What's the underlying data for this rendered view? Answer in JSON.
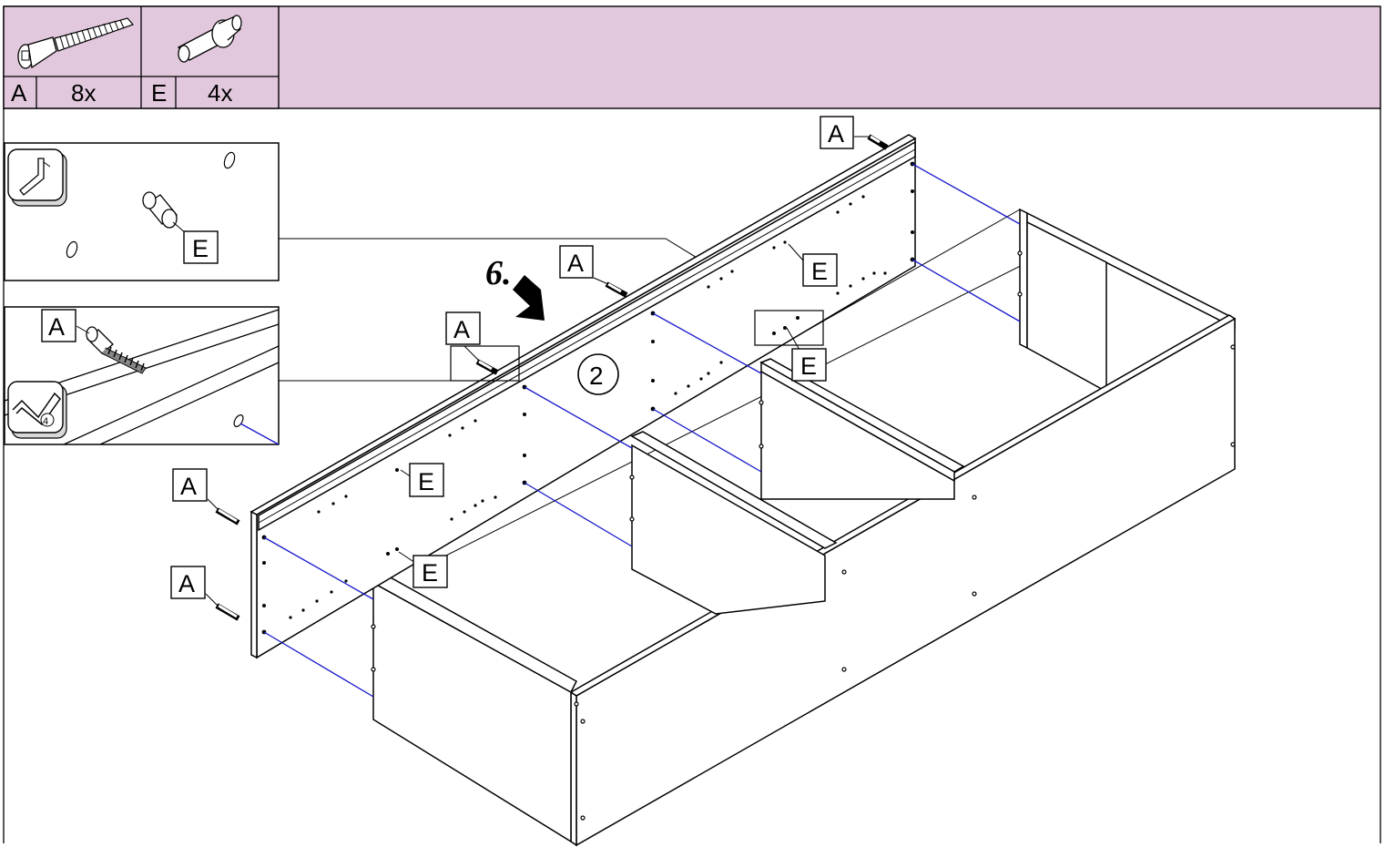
{
  "header": {
    "background": "#e2c8dc",
    "hardware": [
      {
        "letter": "A",
        "qty": "8x",
        "icon": "cam-bolt-icon"
      },
      {
        "letter": "E",
        "qty": "4x",
        "icon": "cam-dowel-icon"
      }
    ]
  },
  "step": {
    "number": "6.",
    "sub_step": "2"
  },
  "details": {
    "top": {
      "tool_icon": "allen-key-icon",
      "callout": "E"
    },
    "bottom": {
      "tool_icon": "screwdriver-turn-icon",
      "turns": "4",
      "callout": "A"
    }
  },
  "callouts": {
    "a1": "A",
    "a2": "A",
    "a3": "A",
    "a4": "A",
    "a5": "A",
    "e1": "E",
    "e2": "E",
    "e3": "E",
    "e4": "E"
  },
  "colors": {
    "guide_line": "#1a1acc",
    "outline": "#000000"
  }
}
